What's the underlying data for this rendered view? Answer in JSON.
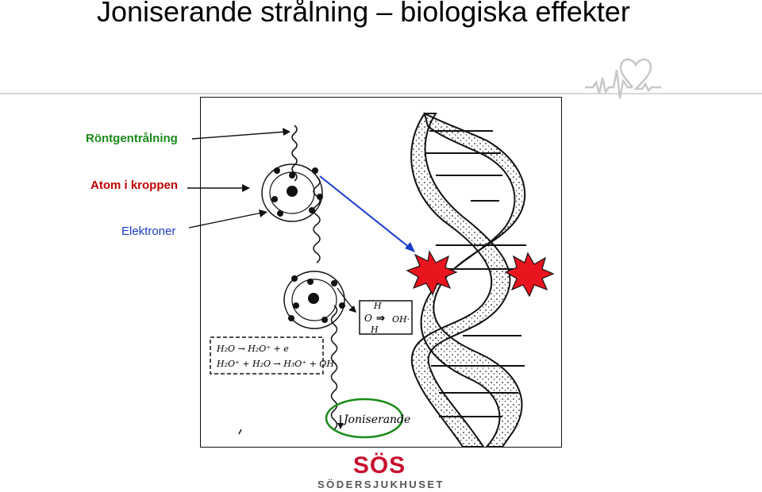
{
  "title": "Joniserande strålning – biologiska effekter",
  "labels": {
    "xray": "Röntgentrålning",
    "atom": "Atom i kroppen",
    "electrons": "Elektroner"
  },
  "figure": {
    "radical_box": {
      "h_top": "H",
      "o": "O",
      "h_bottom": "H",
      "product": "OH·"
    },
    "reactions": [
      "H₂O → H₂O⁺ + e",
      "H₂O⁺ + H₂O → H₃O⁺ + OH·"
    ],
    "ionizing_label": "Joniserande"
  },
  "logo": {
    "mark": "SÖS",
    "name": "SÖDERSJUKHUSET"
  },
  "colors": {
    "green": "#1a8a1a",
    "red": "#c00000",
    "blue": "#1a3cc8",
    "burst": "#e8141e",
    "logo_red": "#c8102e"
  }
}
